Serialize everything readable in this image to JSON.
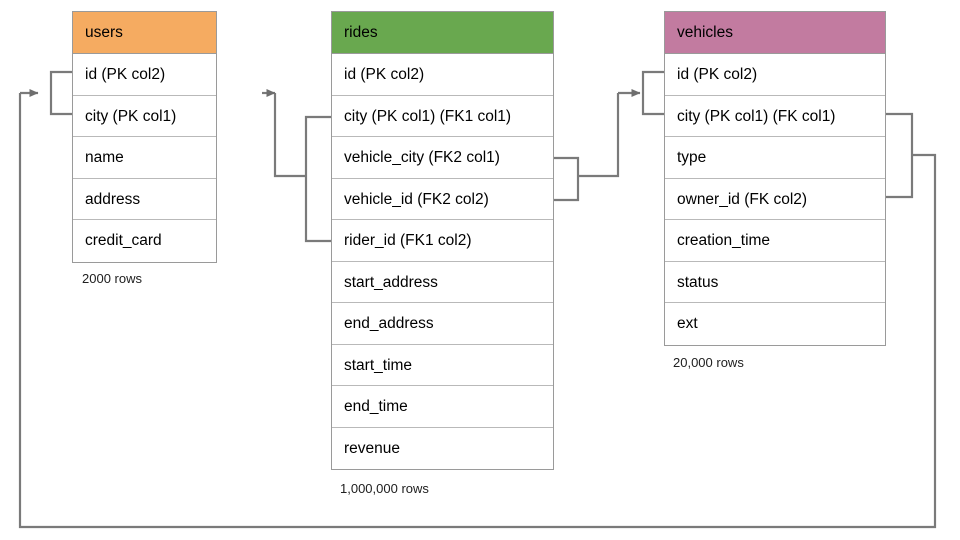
{
  "diagram": {
    "title": "ride-sharing schema ER diagram",
    "background_color": "#ffffff",
    "edge_color": "#7a7a7a",
    "border_color": "#9a9a9a"
  },
  "tables": [
    {
      "name": "users",
      "header_label": "users",
      "header_color": "#f5ab61",
      "row_count_label": "2000 rows",
      "columns": [
        {
          "label": "id (PK col2)"
        },
        {
          "label": "city (PK col1)"
        },
        {
          "label": "name"
        },
        {
          "label": "address"
        },
        {
          "label": "credit_card"
        }
      ]
    },
    {
      "name": "rides",
      "header_label": "rides",
      "header_color": "#69a84f",
      "row_count_label": "1,000,000 rows",
      "columns": [
        {
          "label": "id (PK col2)"
        },
        {
          "label": "city (PK col1) (FK1 col1)"
        },
        {
          "label": "vehicle_city (FK2 col1)"
        },
        {
          "label": "vehicle_id (FK2 col2)"
        },
        {
          "label": "rider_id (FK1 col2)"
        },
        {
          "label": "start_address"
        },
        {
          "label": "end_address"
        },
        {
          "label": "start_time"
        },
        {
          "label": "end_time"
        },
        {
          "label": "revenue"
        }
      ]
    },
    {
      "name": "vehicles",
      "header_label": "vehicles",
      "header_color": "#c27ba0",
      "row_count_label": "20,000 rows",
      "columns": [
        {
          "label": "id (PK col2)"
        },
        {
          "label": "city (PK col1) (FK col1)"
        },
        {
          "label": "type"
        },
        {
          "label": "owner_id (FK col2)"
        },
        {
          "label": "creation_time"
        },
        {
          "label": "status"
        },
        {
          "label": "ext"
        }
      ]
    }
  ],
  "relationships": [
    {
      "name": "rides-fk1-to-users",
      "from_table": "rides",
      "from_columns": [
        "city (PK col1) (FK1 col1)",
        "rider_id (FK1 col2)"
      ],
      "to_table": "users",
      "to_columns": [
        "id (PK col2)",
        "city (PK col1)"
      ],
      "arrow": "to-users"
    },
    {
      "name": "rides-fk2-to-vehicles",
      "from_table": "rides",
      "from_columns": [
        "vehicle_city (FK2 col1)",
        "vehicle_id (FK2 col2)"
      ],
      "to_table": "vehicles",
      "to_columns": [
        "id (PK col2)",
        "city (PK col1) (FK col1)"
      ],
      "arrow": "to-vehicles"
    },
    {
      "name": "vehicles-fk-to-users",
      "from_table": "vehicles",
      "from_columns": [
        "city (PK col1) (FK col1)",
        "owner_id (FK col2)"
      ],
      "to_table": "users",
      "to_columns": [
        "id (PK col2)",
        "city (PK col1)"
      ],
      "arrow": "to-users-left"
    }
  ]
}
